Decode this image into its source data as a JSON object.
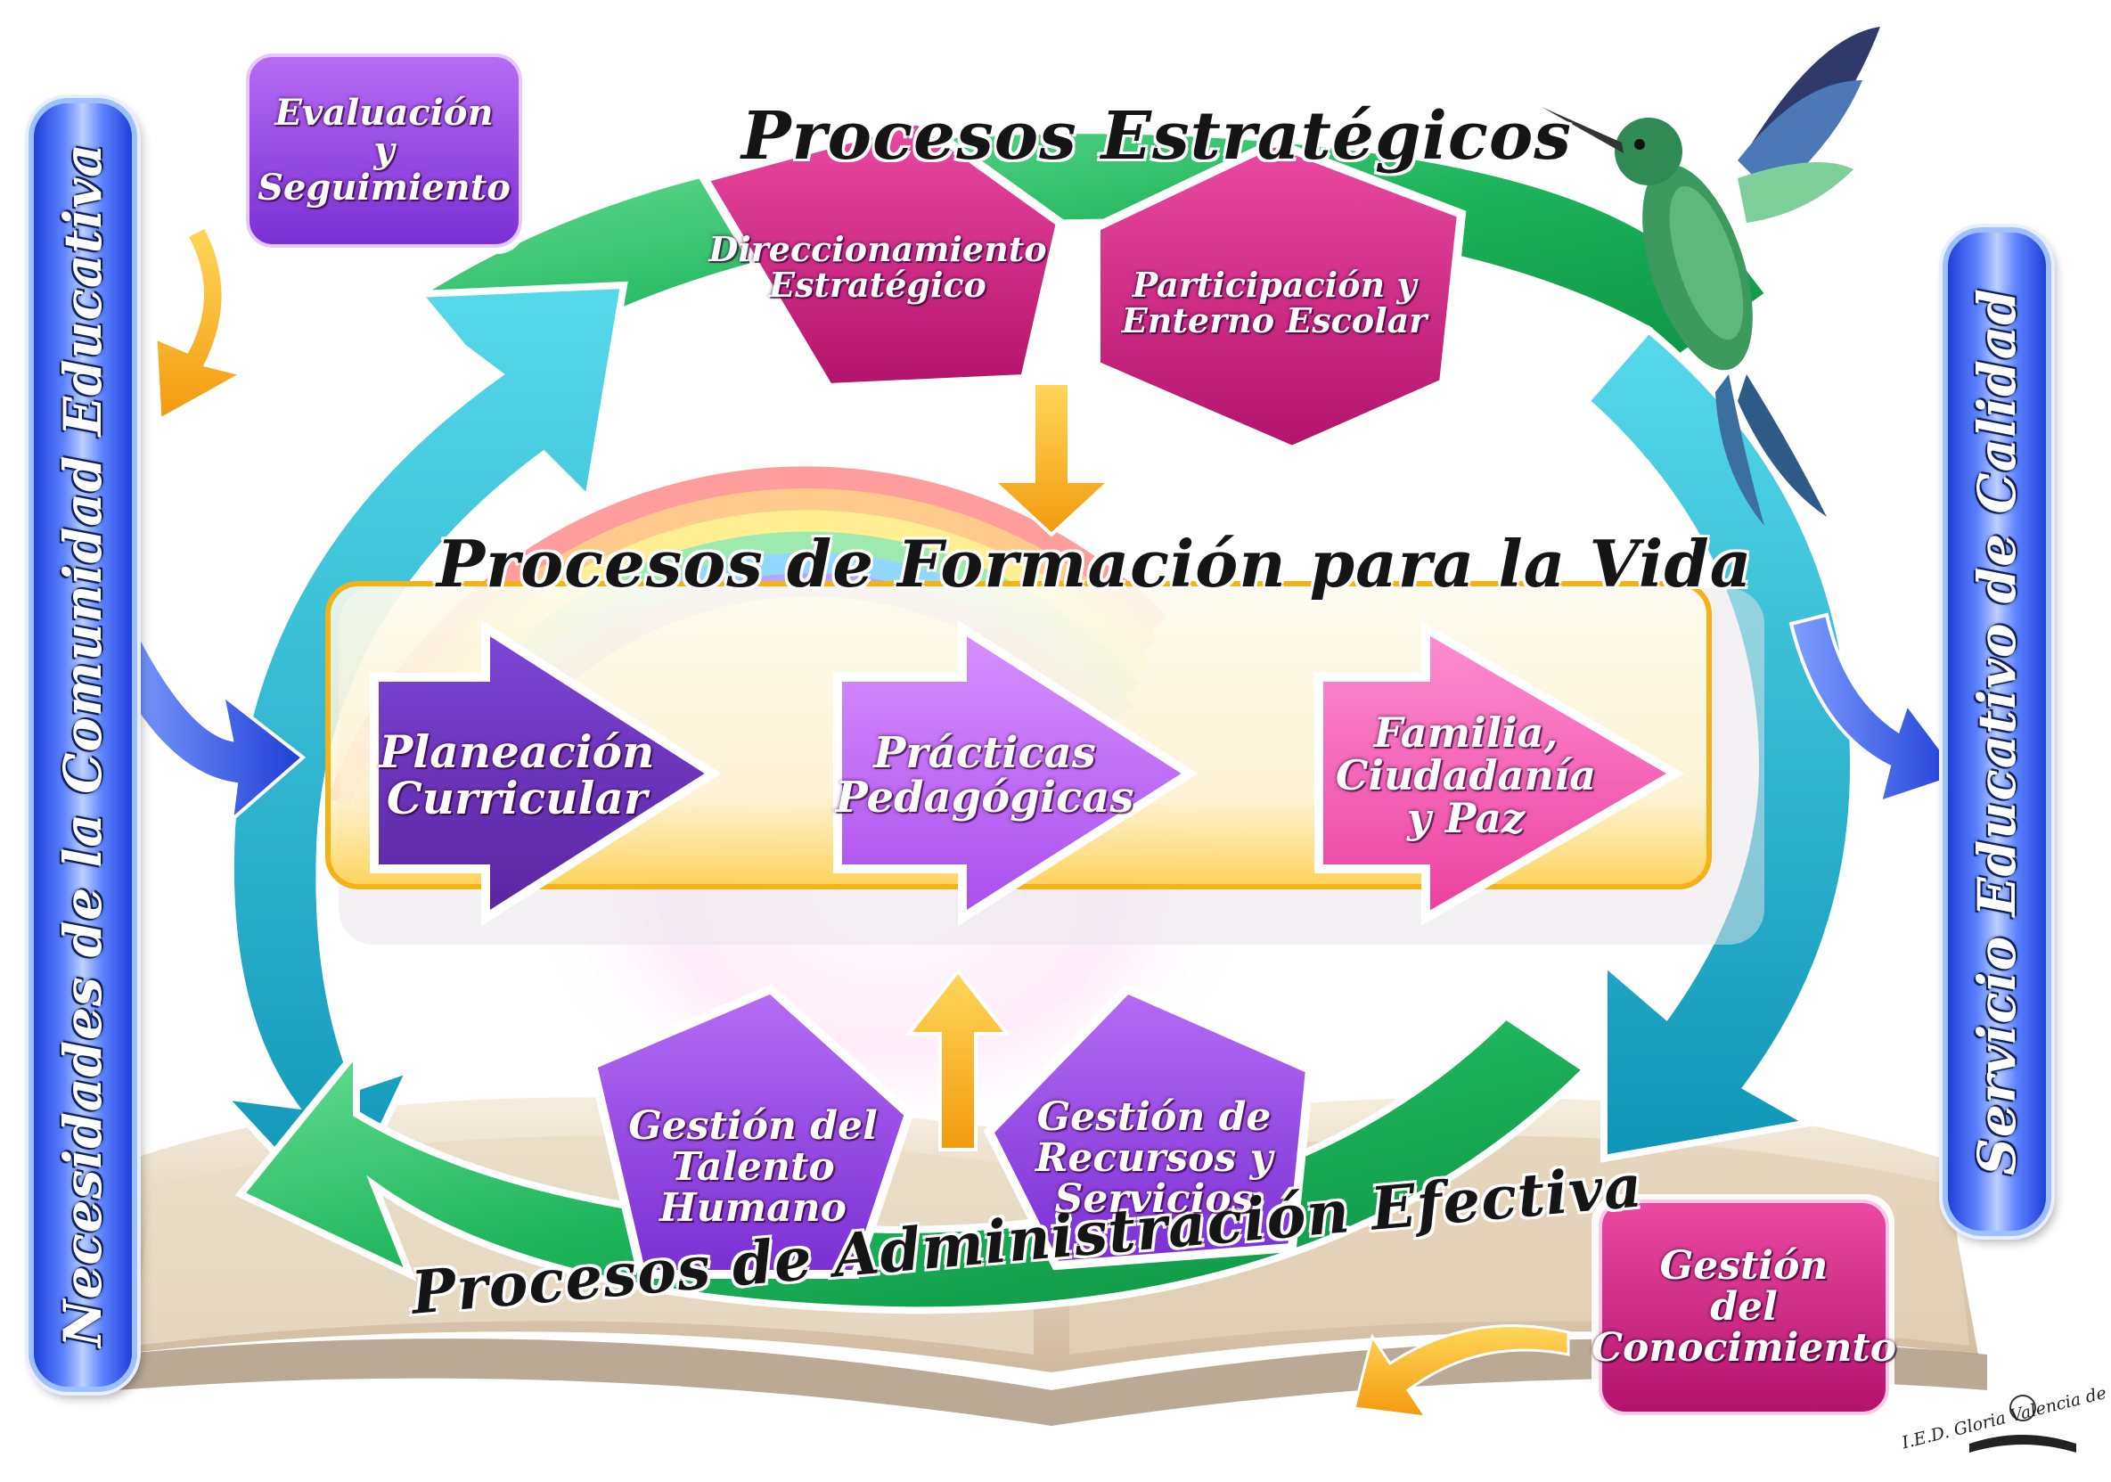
{
  "titles": {
    "strategic": "Procesos Estratégicos",
    "formation": "Procesos de Formación para la Vida",
    "administration": "Procesos de Administración Efectiva"
  },
  "sidebars": {
    "left": "Necesidades de la Comunidad Educativa",
    "right": "Servicio Educativo de Calidad"
  },
  "boxes": {
    "evaluation": "Evaluación\ny\nSeguimiento",
    "knowledge": "Gestión\ndel\nConocimiento"
  },
  "strategic_items": {
    "direction": "Direccionamiento\nEstratégico",
    "participation": "Participación y\nEnterno Escolar"
  },
  "formation_steps": {
    "step1": "Planeación\nCurricular",
    "step2": "Prácticas\nPedagógicas",
    "step3": "Familia,\nCiudadanía\ny Paz"
  },
  "admin_items": {
    "talent": "Gestión del\nTalento\nHumano",
    "resources": "Gestión de\nRecursos y\nServicios"
  },
  "credit": "I.E.D. Gloria Valencia de Castaño",
  "colors": {
    "green_arrow": "#1db45a",
    "cyan_arrow": "#19b6cf",
    "purple": "#8e3fe0",
    "magenta": "#c8207a",
    "pink": "#f04fb0",
    "blue_bar": "#2a4de0",
    "gold": "#f6b21a"
  }
}
